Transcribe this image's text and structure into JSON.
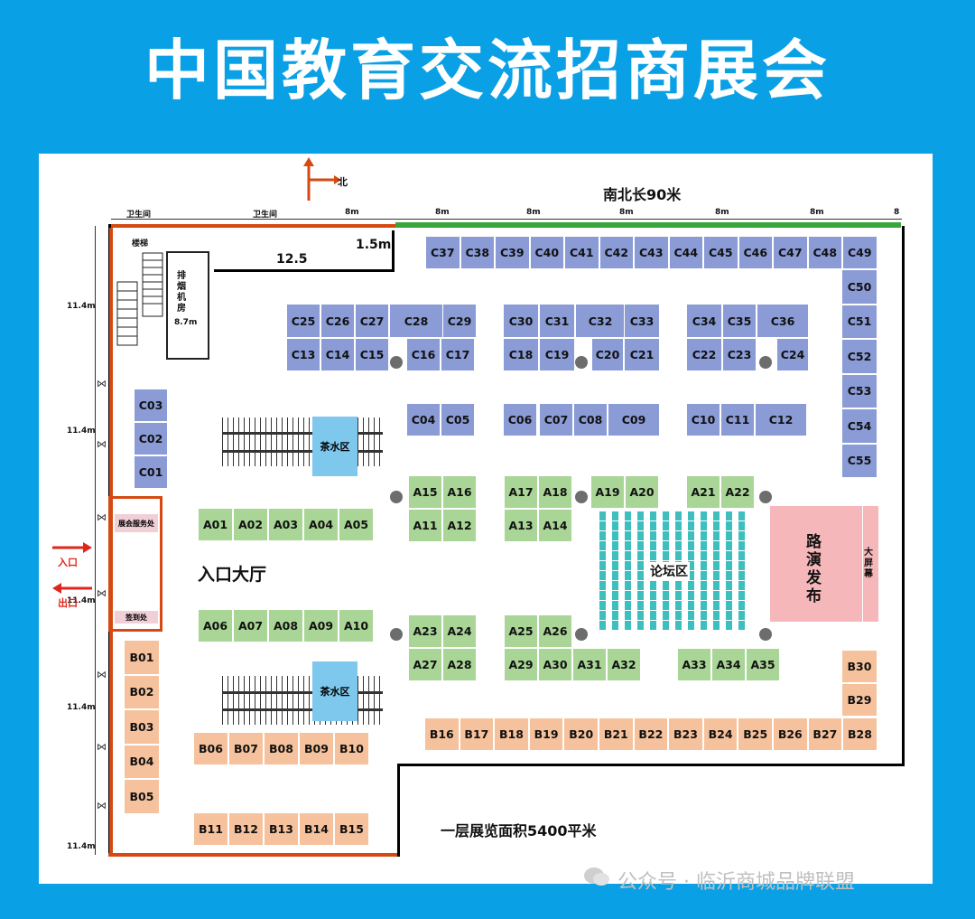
{
  "title": "中国教育交流招商展会",
  "map": {
    "north_label": "北",
    "length_label": "南北长90米",
    "segment_label": "8m",
    "segment_label_partial": "8",
    "restroom": "卫生间",
    "stairs": "楼梯",
    "machine_room": [
      "排",
      "烟",
      "机",
      "房"
    ],
    "machine_room_size": "8.7m",
    "dim_12_5": "12.5",
    "dim_1_5": "1.5m",
    "west_dim": "11.4m",
    "entrance": "入口",
    "exit": "出口",
    "service_desk": "展会服务处",
    "signin_desk": "签到处",
    "lobby": "入口大厅",
    "tea_area": "茶水区",
    "forum_area": "论坛区",
    "roadshow": [
      "路",
      "演",
      "发",
      "布"
    ],
    "big_screen": [
      "大",
      "屏",
      "幕"
    ],
    "floor_area": "一层展览面积5400平米"
  },
  "booths": {
    "c_row_top": [
      "C37",
      "C38",
      "C39",
      "C40",
      "C41",
      "C42",
      "C43",
      "C44",
      "C45",
      "C46",
      "C47",
      "C48",
      "C49"
    ],
    "c_col_right": [
      "C50",
      "C51",
      "C52",
      "C53",
      "C54",
      "C55"
    ],
    "c_block1_top": [
      "C25",
      "C26",
      "C27",
      "C28",
      "C29"
    ],
    "c_block1_bot": [
      "C13",
      "C14",
      "C15",
      "C16",
      "C17"
    ],
    "c_block2_top": [
      "C30",
      "C31",
      "C32",
      "C33"
    ],
    "c_block2_bot": [
      "C18",
      "C19",
      "C20",
      "C21"
    ],
    "c_block3_top": [
      "C34",
      "C35",
      "C36"
    ],
    "c_block3_bot": [
      "C22",
      "C23",
      "C24"
    ],
    "c_mid": [
      "C04",
      "C05",
      "C06",
      "C07",
      "C08",
      "C09",
      "C10",
      "C11",
      "C12"
    ],
    "c_left": [
      "C03",
      "C02",
      "C01"
    ],
    "a_upper_left": [
      "A01",
      "A02",
      "A03",
      "A04",
      "A05"
    ],
    "a_lower_left": [
      "A06",
      "A07",
      "A08",
      "A09",
      "A10"
    ],
    "a_center": [
      "A15",
      "A16",
      "A11",
      "A12",
      "A17",
      "A18",
      "A13",
      "A14",
      "A19",
      "A20",
      "A21",
      "A22"
    ],
    "a_bottom": [
      "A23",
      "A24",
      "A27",
      "A28",
      "A25",
      "A26",
      "A29",
      "A30",
      "A31",
      "A32",
      "A33",
      "A34",
      "A35"
    ],
    "b_left": [
      "B01",
      "B02",
      "B03",
      "B04",
      "B05"
    ],
    "b_row1": [
      "B06",
      "B07",
      "B08",
      "B09",
      "B10"
    ],
    "b_row2": [
      "B11",
      "B12",
      "B13",
      "B14",
      "B15"
    ],
    "b_bottom": [
      "B16",
      "B17",
      "B18",
      "B19",
      "B20",
      "B21",
      "B22",
      "B23",
      "B24",
      "B25",
      "B26",
      "B27",
      "B28"
    ],
    "b_right": [
      "B30",
      "B29"
    ]
  },
  "watermark": "公众号 · 临沂商城品牌联盟",
  "colors": {
    "background": "#0aa0e6",
    "c_booth": "#8a9bd6",
    "a_booth": "#a9d596",
    "b_booth": "#f6c29d",
    "forum": "#3dbfbf",
    "roadshow": "#f5b7b9",
    "tea": "#7ec8ee"
  }
}
